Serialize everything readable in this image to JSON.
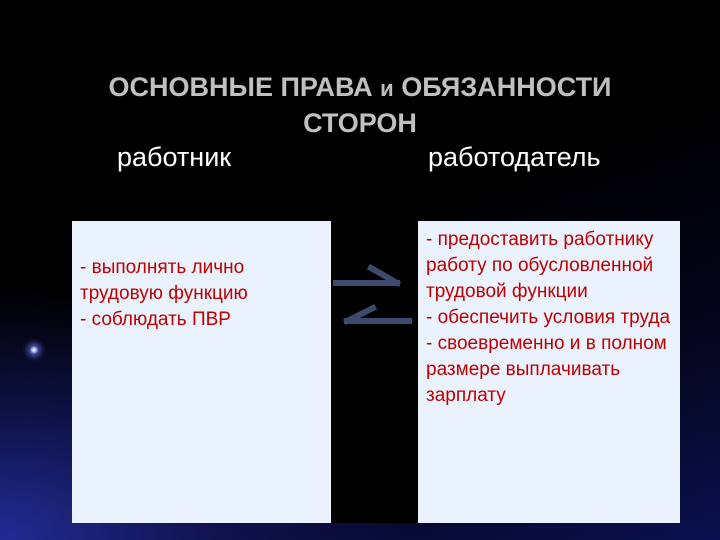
{
  "slide": {
    "title_part1": "ОСНОВНЫЕ ПРАВА ",
    "title_conj": "и",
    "title_part2": " ОБЯЗАННОСТИ",
    "title_line2": "СТОРОН",
    "employee_header": "работник",
    "employer_header": "работодатель",
    "employee_duties": [
      "- выполнять лично трудовую функцию",
      "- соблюдать ПВР"
    ],
    "employer_duties": [
      "- предоставить работнику работу по обусловленной трудовой функции",
      "-  обеспечить условия труда",
      "- своевременно и в полном размере выплачивать зарплату"
    ],
    "arrow_color": "#3c4a6e",
    "text_color": "#c00000",
    "cell_background": "#eaf3fd"
  }
}
